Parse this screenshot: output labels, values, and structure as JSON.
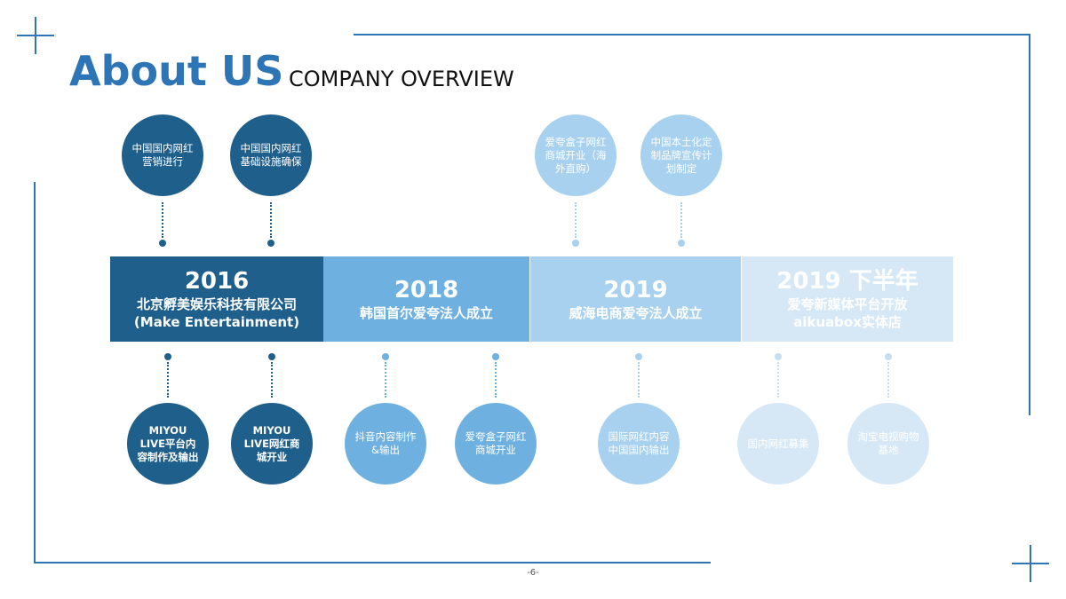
{
  "header": {
    "title": "About US",
    "subtitle": "COMPANY OVERVIEW"
  },
  "timeline": [
    {
      "year": "2016",
      "text": "北京孵美娱乐科技有限公司(Make Entertainment)"
    },
    {
      "year": "2018",
      "text": "韩国首尔爱夸法人成立"
    },
    {
      "year": "2019",
      "text": "威海电商爱夸法人成立"
    },
    {
      "year": "2019 下半年",
      "text": "爱夸新媒体平台开放aikuabox实体店"
    }
  ],
  "circles_top": [
    {
      "text": "中国国内网红营销进行"
    },
    {
      "text": "中国国内网红基础设施确保"
    },
    {
      "text": "爱夸盒子网红商城开业（海外直购）"
    },
    {
      "text": "中国本土化定制品牌宣传计划制定"
    }
  ],
  "circles_bottom": [
    {
      "text": "MIYOU LIVE平台内容制作及输出"
    },
    {
      "text": "MIYOU LIVE网红商城开业"
    },
    {
      "text": "抖音内容制作&输出"
    },
    {
      "text": "爱夸盒子网红商城开业"
    },
    {
      "text": "国际网红内容中国国内输出"
    },
    {
      "text": "国内网红募集"
    },
    {
      "text": "淘宝电视购物基地"
    }
  ],
  "page_number": "-6-",
  "colors": {
    "accent": "#2e75b6",
    "seg_2016": "#1f5f8b",
    "seg_2018": "#6eb0e0",
    "seg_2019": "#a7d1ee",
    "seg_2019h2": "#d6e8f6"
  }
}
